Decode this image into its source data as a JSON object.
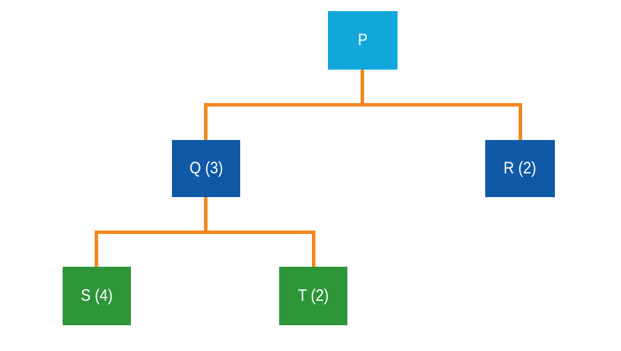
{
  "diagram": {
    "type": "tree",
    "background": "#FFFFFF"
  },
  "colors": {
    "root_fill": "#13A8DB",
    "level2_fill": "#0F59A7",
    "level3_fill": "#2E9539",
    "connector": "#F6871D",
    "label_text": "#FFFFFF"
  },
  "nodes": {
    "p": {
      "label": "P"
    },
    "q": {
      "label": "Q (3)"
    },
    "r": {
      "label": "R (2)"
    },
    "s": {
      "label": "S (4)"
    },
    "t": {
      "label": "T (2)"
    }
  },
  "chart_data": {
    "type": "tree",
    "root": {
      "label": "P",
      "fill": "#13A8DB",
      "children": [
        {
          "label": "Q (3)",
          "value": 3,
          "fill": "#0F59A7",
          "children": [
            {
              "label": "S (4)",
              "value": 4,
              "fill": "#2E9539",
              "children": []
            },
            {
              "label": "T (2)",
              "value": 2,
              "fill": "#2E9539",
              "children": []
            }
          ]
        },
        {
          "label": "R (2)",
          "value": 2,
          "fill": "#0F59A7",
          "children": []
        }
      ]
    },
    "legend_position": "none",
    "grid": false
  }
}
